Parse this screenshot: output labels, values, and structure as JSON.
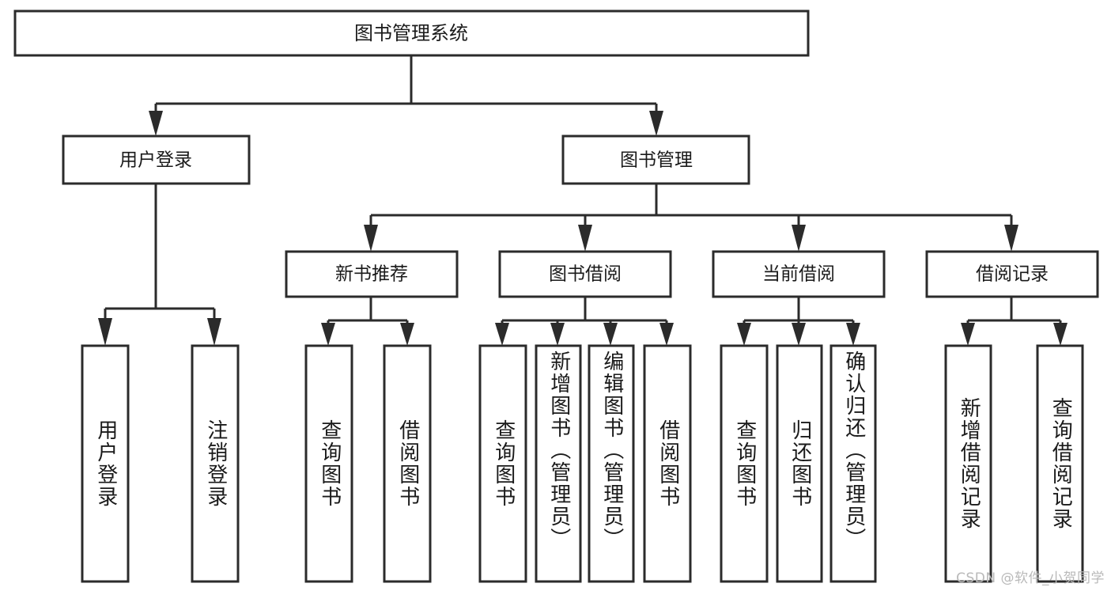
{
  "diagram": {
    "title": "图书管理系统",
    "type": "tree-hierarchy-diagram",
    "root": {
      "label": "图书管理系统",
      "orientation": "horizontal"
    },
    "level2": [
      {
        "label": "用户登录",
        "orientation": "horizontal"
      },
      {
        "label": "图书管理",
        "orientation": "horizontal"
      }
    ],
    "level3": [
      {
        "label": "新书推荐",
        "orientation": "horizontal"
      },
      {
        "label": "图书借阅",
        "orientation": "horizontal"
      },
      {
        "label": "当前借阅",
        "orientation": "horizontal"
      },
      {
        "label": "借阅记录",
        "orientation": "horizontal"
      }
    ],
    "leaves": {
      "user_login": [
        {
          "label": "用户登录",
          "orientation": "vertical"
        },
        {
          "label": "注销登录",
          "orientation": "vertical"
        }
      ],
      "new_book_recommend": [
        {
          "label": "查询图书",
          "orientation": "vertical"
        },
        {
          "label": "借阅图书",
          "orientation": "vertical"
        }
      ],
      "book_borrow": [
        {
          "label": "查询图书",
          "orientation": "vertical"
        },
        {
          "label": "新增图书（管理员）",
          "orientation": "vertical"
        },
        {
          "label": "编辑图书（管理员）",
          "orientation": "vertical"
        },
        {
          "label": "借阅图书",
          "orientation": "vertical"
        }
      ],
      "current_borrow": [
        {
          "label": "查询图书",
          "orientation": "vertical"
        },
        {
          "label": "归还图书",
          "orientation": "vertical"
        },
        {
          "label": "确认归还（管理员）",
          "orientation": "vertical"
        }
      ],
      "borrow_record": [
        {
          "label": "新增借阅记录",
          "orientation": "vertical"
        },
        {
          "label": "查询借阅记录",
          "orientation": "vertical"
        }
      ]
    },
    "colors": {
      "stroke": "#2b2b2b",
      "fill": "#ffffff",
      "text": "#1a1a1a",
      "background": "#ffffff",
      "watermark": "#b9b9b9"
    }
  },
  "watermark": {
    "text": "CSDN @软件_小贺同学"
  }
}
